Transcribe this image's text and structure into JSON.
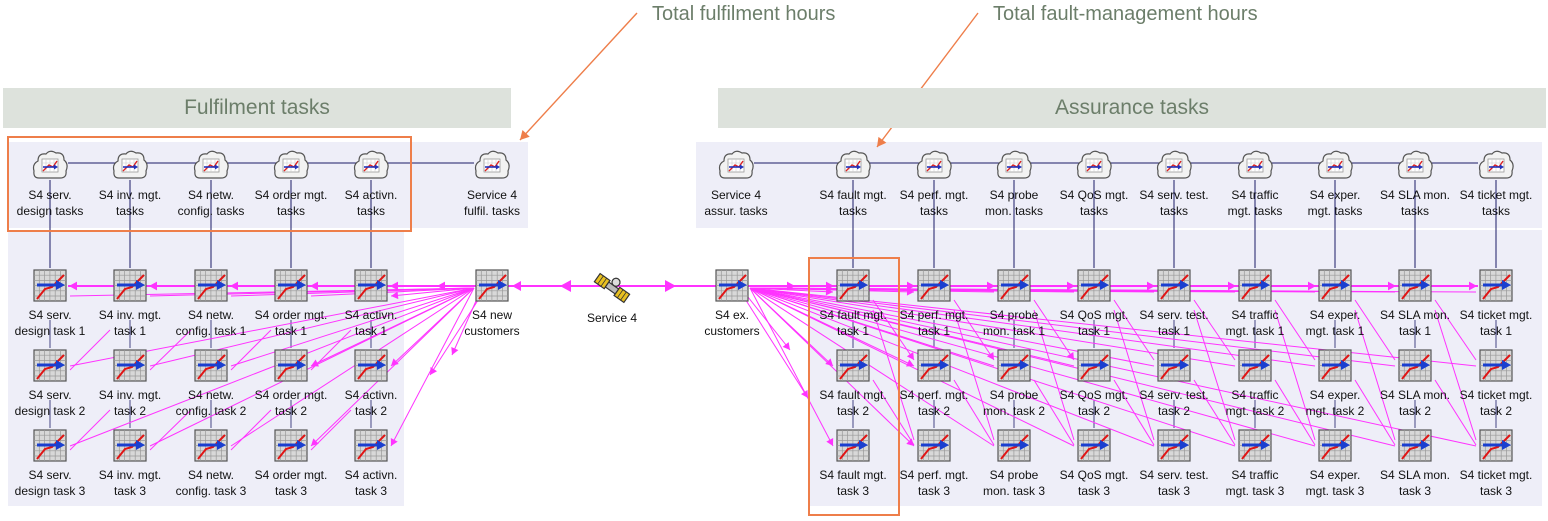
{
  "callouts": {
    "fulfilment": "Total fulfilment hours",
    "fault": "Total fault-management hours"
  },
  "banners": {
    "fulfilment": "Fulfilment tasks",
    "assurance": "Assurance tasks"
  },
  "hubs": {
    "service": "Service 4",
    "new_customers": [
      "S4 new",
      "customers"
    ],
    "existing_customers": [
      "S4 ex.",
      "customers"
    ],
    "fulfil_total": [
      "Service 4",
      "fulfil. tasks"
    ],
    "assur_total": [
      "Service 4",
      "assur. tasks"
    ]
  },
  "fulfilment_columns": [
    {
      "top": [
        "S4 serv.",
        "design tasks"
      ],
      "task": [
        "S4 serv.",
        "design task"
      ]
    },
    {
      "top": [
        "S4 inv. mgt.",
        "tasks"
      ],
      "task": [
        "S4 inv. mgt.",
        "task"
      ]
    },
    {
      "top": [
        "S4 netw.",
        "config. tasks"
      ],
      "task": [
        "S4 netw.",
        "config. task"
      ]
    },
    {
      "top": [
        "S4 order mgt.",
        "tasks"
      ],
      "task": [
        "S4 order mgt.",
        "task"
      ]
    },
    {
      "top": [
        "S4 activn.",
        "tasks"
      ],
      "task": [
        "S4 activn.",
        "task"
      ]
    }
  ],
  "assurance_columns": [
    {
      "top": [
        "S4 fault mgt.",
        "tasks"
      ],
      "task": [
        "S4 fault mgt.",
        "task"
      ]
    },
    {
      "top": [
        "S4 perf. mgt.",
        "tasks"
      ],
      "task": [
        "S4 perf. mgt.",
        "task"
      ]
    },
    {
      "top": [
        "S4 probe",
        "mon. tasks"
      ],
      "task": [
        "S4 probe",
        "mon. task"
      ]
    },
    {
      "top": [
        "S4 QoS mgt.",
        "tasks"
      ],
      "task": [
        "S4 QoS mgt.",
        "task"
      ]
    },
    {
      "top": [
        "S4 serv. test.",
        "tasks"
      ],
      "task": [
        "S4 serv. test.",
        "task"
      ]
    },
    {
      "top": [
        "S4 traffic",
        "mgt. tasks"
      ],
      "task": [
        "S4 traffic",
        "mgt. task"
      ]
    },
    {
      "top": [
        "S4 exper.",
        "mgt. tasks"
      ],
      "task": [
        "S4 exper.",
        "mgt. task"
      ]
    },
    {
      "top": [
        "S4 SLA mon.",
        "tasks"
      ],
      "task": [
        "S4 SLA mon.",
        "task"
      ]
    },
    {
      "top": [
        "S4 ticket mgt.",
        "tasks"
      ],
      "task": [
        "S4 ticket mgt.",
        "task"
      ]
    }
  ],
  "task_numbers": [
    "1",
    "2",
    "3"
  ],
  "colors": {
    "banner_bg": "#dde2dc",
    "banner_text": "#6c7e6a",
    "panel": "#eeeef8",
    "highlight": "#ee7e4a",
    "link_magenta": "#ff33ff",
    "link_navy": "#1a1a66"
  }
}
